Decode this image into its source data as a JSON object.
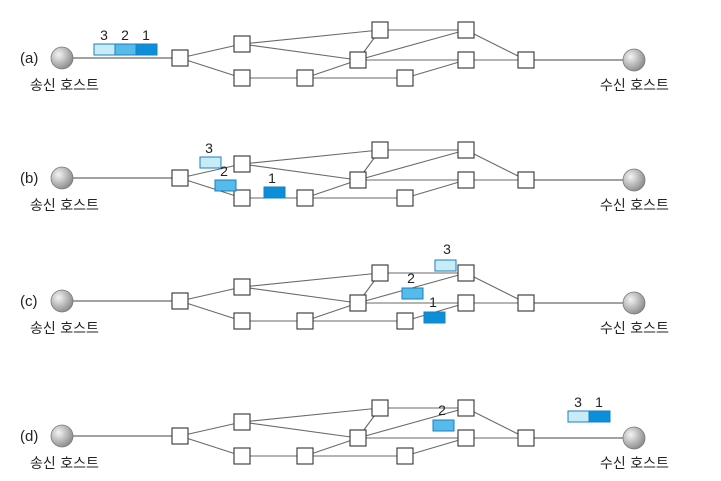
{
  "rows": [
    {
      "label": "(a)",
      "sender": "송신 호스트",
      "receiver": "수신 호스트"
    },
    {
      "label": "(b)",
      "sender": "송신 호스트",
      "receiver": "수신 호스트"
    },
    {
      "label": "(c)",
      "sender": "송신 호스트",
      "receiver": "수신 호스트"
    },
    {
      "label": "(d)",
      "sender": "송신 호스트",
      "receiver": "수신 호스트"
    }
  ],
  "packet_labels": [
    "1",
    "2",
    "3"
  ],
  "colors": {
    "packet_1": "#0a8fd8",
    "packet_2": "#56bbe8",
    "packet_3": "#c8ecf7",
    "packet_stroke": "#1a7fbf",
    "line": "#6a6a6a",
    "router_stroke": "#333333"
  }
}
